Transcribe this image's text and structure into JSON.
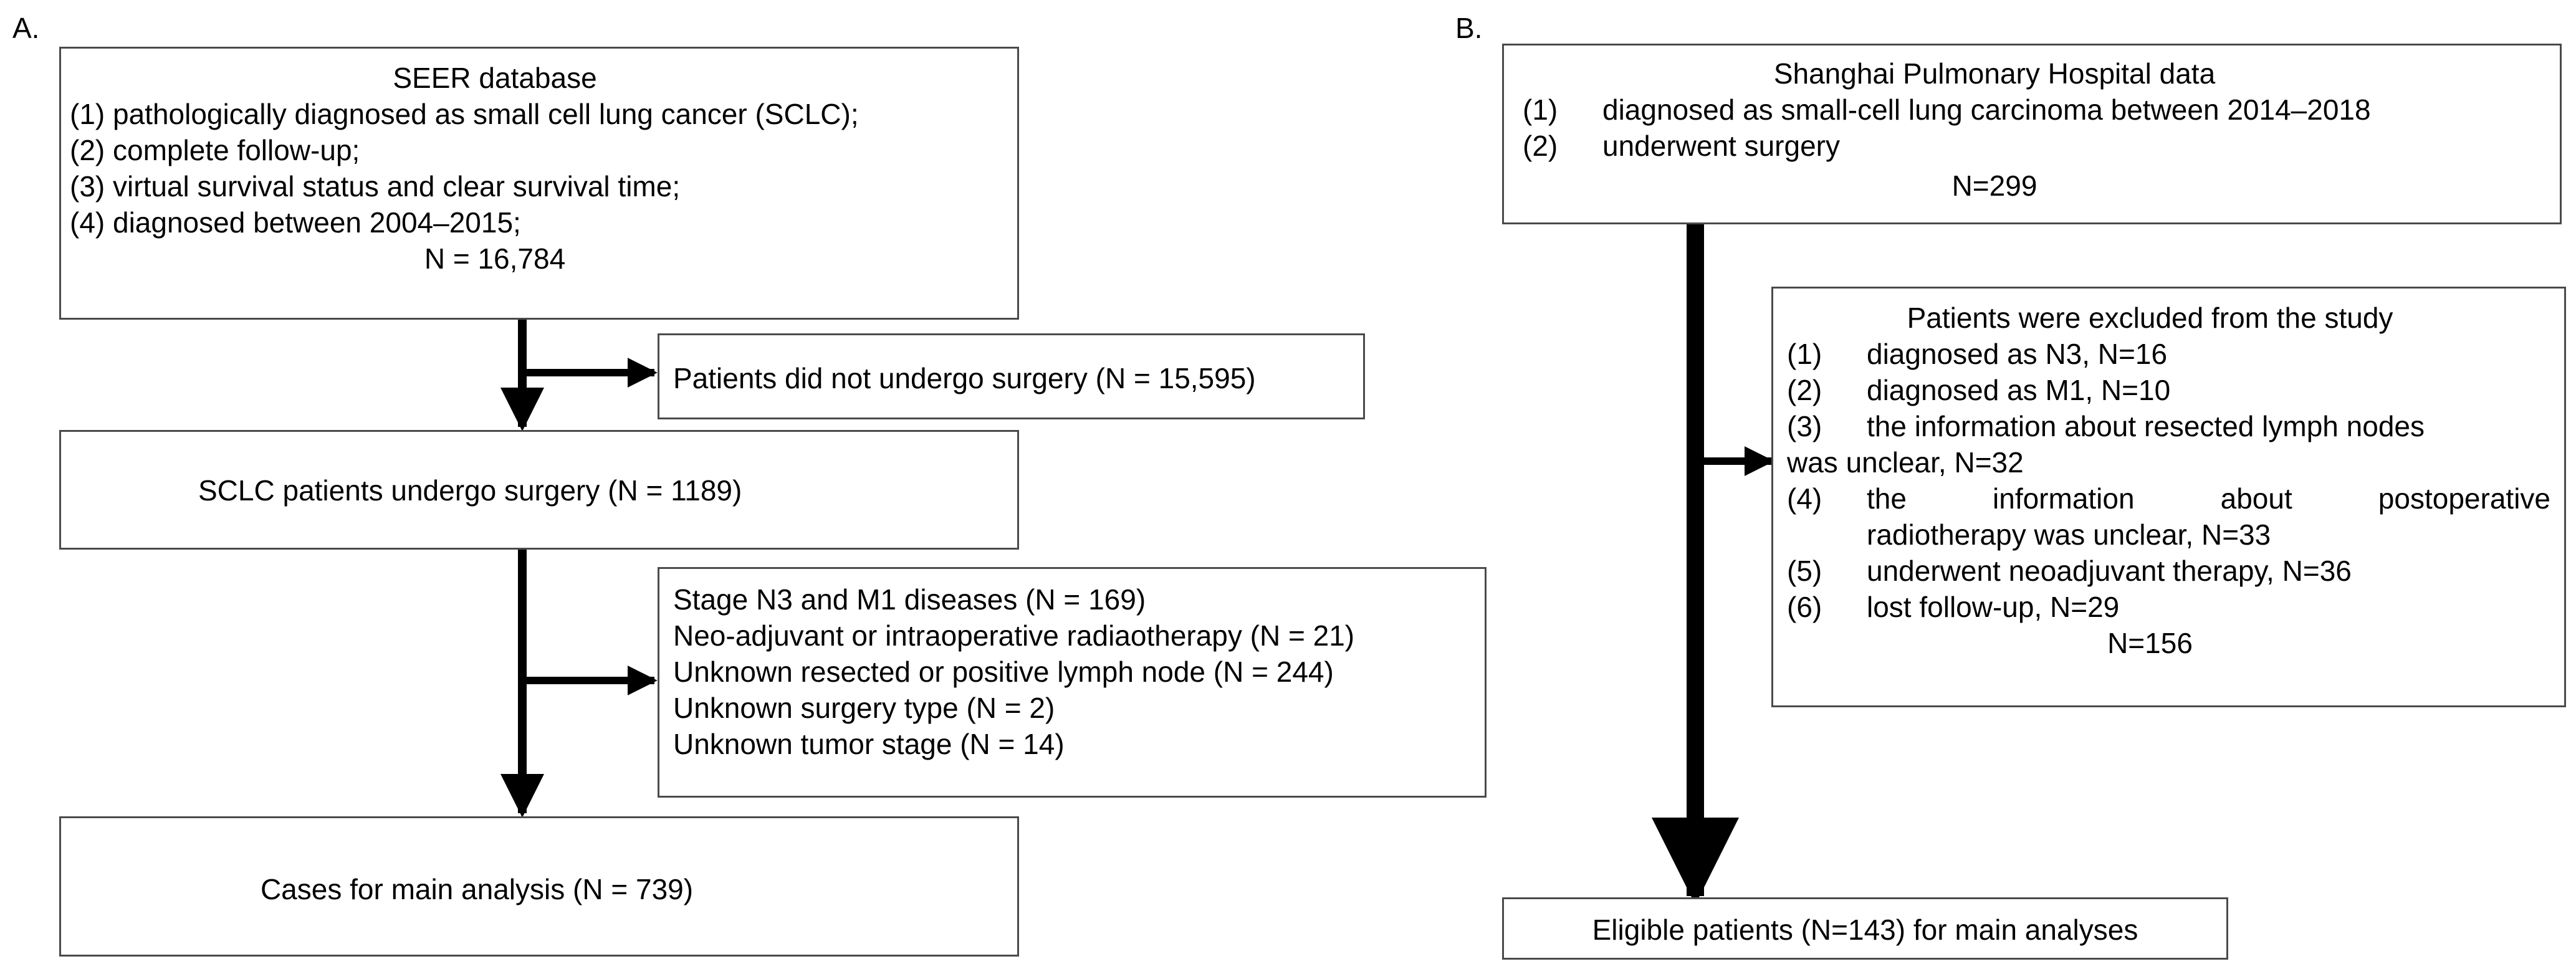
{
  "panel_a": {
    "label": "A.",
    "seer_box": {
      "title": "SEER database",
      "criteria": [
        "(1) pathologically diagnosed as small cell lung cancer (SCLC);",
        "(2) complete follow-up;",
        "(3) virtual survival status and clear survival time;",
        "(4) diagnosed between 2004–2015;"
      ],
      "count": "N = 16,784"
    },
    "no_surgery_box": {
      "text": "Patients did not undergo surgery (N = 15,595)"
    },
    "surgery_box": {
      "text": "SCLC patients undergo surgery (N = 1189)"
    },
    "exclusions_box": {
      "lines": [
        "Stage N3 and M1 diseases (N = 169)",
        "Neo-adjuvant or intraoperative radiaotherapy (N = 21)",
        "Unknown resected or  positive lymph node (N = 244)",
        "Unknown surgery type (N = 2)",
        "Unknown tumor stage (N = 14)"
      ]
    },
    "final_box": {
      "text": "Cases for main analysis (N = 739)"
    }
  },
  "panel_b": {
    "label": "B.",
    "source_box": {
      "title": "Shanghai Pulmonary Hospital data",
      "criteria": [
        {
          "num": "(1)",
          "text": "diagnosed as small-cell lung carcinoma between 2014–2018"
        },
        {
          "num": "(2)",
          "text": "underwent surgery"
        }
      ],
      "count": "N=299"
    },
    "excluded_box": {
      "title": "Patients were excluded from the study",
      "items": [
        {
          "num": "(1)",
          "lines": [
            "diagnosed as N3, N=16"
          ]
        },
        {
          "num": "(2)",
          "lines": [
            "diagnosed as M1, N=10"
          ]
        },
        {
          "num": "(3)",
          "lines": [
            "the information about resected lymph nodes",
            "was unclear, N=32"
          ]
        },
        {
          "num": "(4)",
          "lines": [
            "the information about postoperative",
            "radiotherapy was unclear, N=33"
          ]
        },
        {
          "num": "(5)",
          "lines": [
            "underwent neoadjuvant therapy, N=36"
          ]
        },
        {
          "num": "(6)",
          "lines": [
            "lost follow-up, N=29"
          ]
        }
      ],
      "count": "N=156"
    },
    "eligible_box": {
      "text": "Eligible patients (N=143) for main analyses"
    }
  }
}
